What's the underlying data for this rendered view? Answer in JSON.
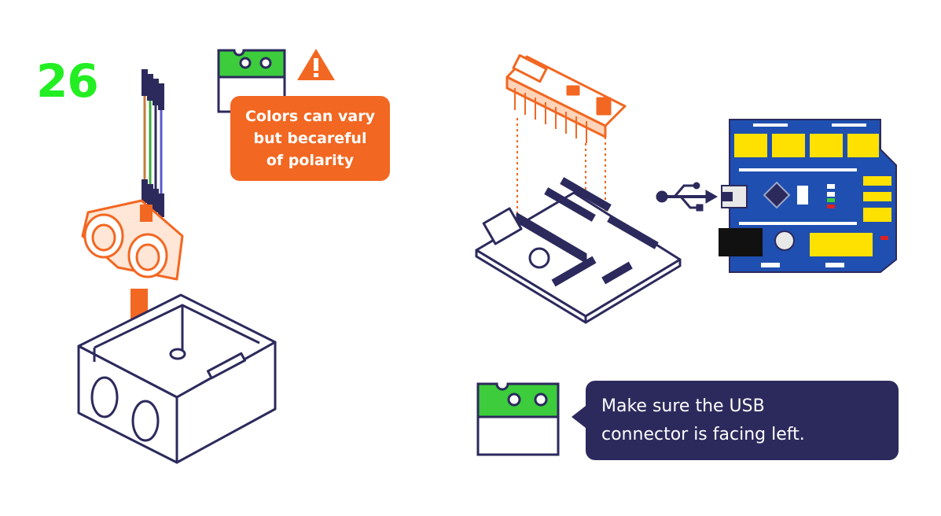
{
  "step": {
    "number": "26"
  },
  "warning_callout": {
    "lines": [
      "Colors can vary",
      "but becareful",
      "of polarity"
    ]
  },
  "info_callout": {
    "lines": [
      "Make sure the USB",
      "connector is facing left."
    ]
  },
  "colors": {
    "step_green": "#22ee22",
    "accent_orange": "#f26722",
    "outline_navy": "#2c2a5c",
    "shield_blue": "#1f4fb0",
    "header_yellow": "#ffe100",
    "block_green": "#3ccc3c"
  },
  "icons": [
    "warning-icon",
    "usb-icon",
    "block-icon"
  ]
}
